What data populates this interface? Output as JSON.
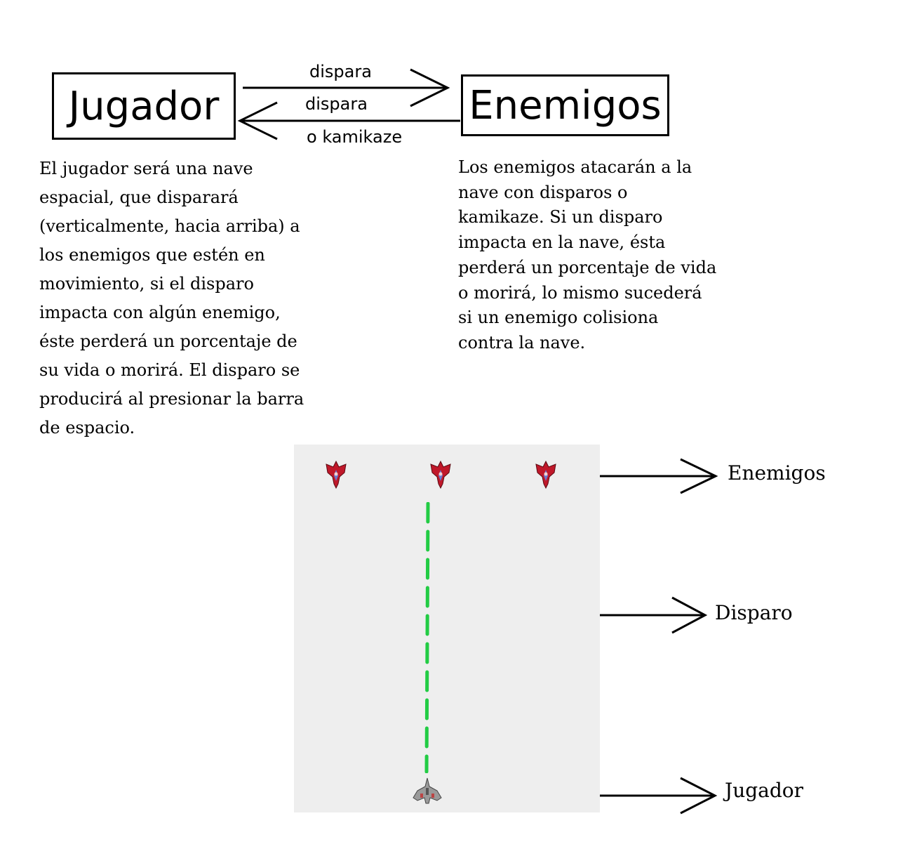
{
  "top_diagram": {
    "jugador_box": "Jugador",
    "enemigos_box": "Enemigos",
    "arrow_to_enemies": "dispara",
    "arrow_to_player_line1": "dispara",
    "arrow_to_player_line2": "o kamikaze"
  },
  "descriptions": {
    "jugador": "El jugador será una nave\nespacial, que disparará\n(verticalmente, hacia arriba) a\nlos enemigos que estén en\nmovimiento, si el disparo\nimpacta con algún enemigo,\néste perderá un porcentaje de\nsu vida o morirá. El disparo se\nproducirá al presionar la barra\nde espacio.",
    "enemigos": "Los enemigos atacarán a la\nnave con disparos o\nkamikaze. Si un disparo\nimpacta en la nave, ésta\nperderá un porcentaje de vida\no morirá, lo mismo sucederá\nsi un enemigo colisiona\ncontra la nave."
  },
  "game_labels": {
    "enemigos": "Enemigos",
    "disparo": "Disparo",
    "jugador": "Jugador"
  },
  "colors": {
    "laser": "#22cc44",
    "game_background": "#eeeeee",
    "enemy_ship": "#c0182a",
    "player_ship": "#8a8a8a"
  },
  "icons": {
    "enemy": "enemy-ship-icon",
    "player": "player-ship-icon"
  }
}
